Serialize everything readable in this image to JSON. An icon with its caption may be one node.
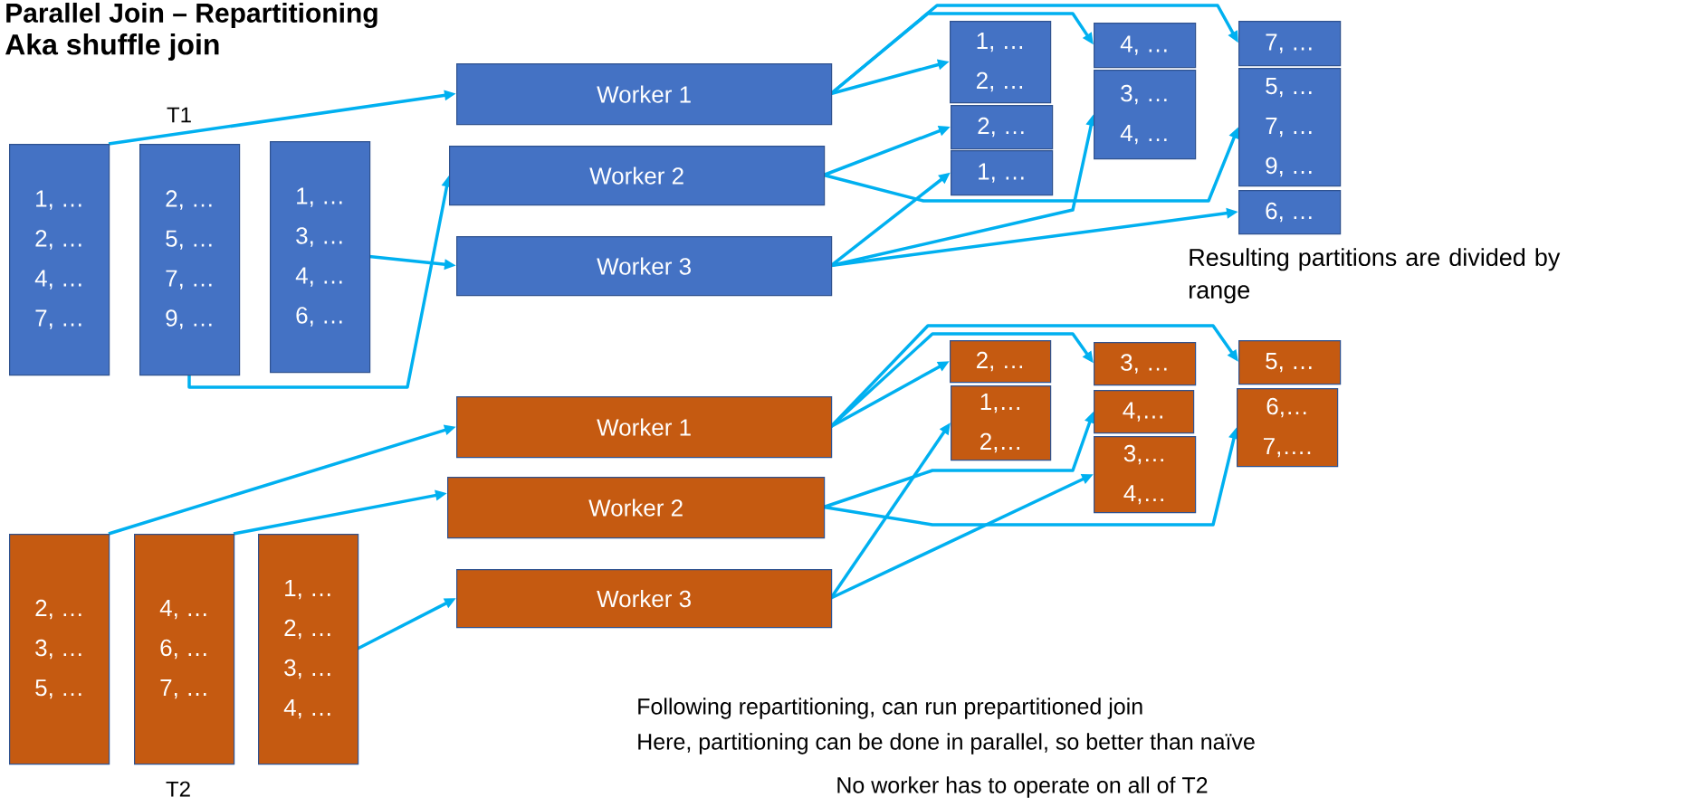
{
  "diagram": {
    "title": "Parallel Join – Repartitioning",
    "nodes": [
      {
        "text": [
          "1, …",
          "2, …",
          "4, …",
          "7, …"
        ]
      },
      {
        "text": [
          "2, …",
          "5, …",
          "7, …",
          "9, …"
        ]
      },
      {
        "text": [
          "1, …",
          "3, …",
          "4, …",
          "6, …"
        ]
      },
      {
        "text": [
          "Worker 1"
        ]
      },
      {
        "text": [
          "Worker 2"
        ]
      },
      {
        "text": [
          "Worker 3"
        ]
      },
      {
        "text": [
          "1, …",
          "2, …"
        ]
      },
      {
        "text": [
          "2, …"
        ]
      },
      {
        "text": [
          "1, …"
        ]
      },
      {
        "text": [
          "4, …"
        ]
      },
      {
        "text": [
          "3, …",
          "4, …"
        ]
      },
      {
        "text": [
          "7, …"
        ]
      },
      {
        "text": [
          "5, …",
          "7, …",
          "9, …"
        ]
      },
      {
        "text": [
          "6, …"
        ]
      },
      {
        "text": [
          "2, …",
          "3, …",
          "5, …"
        ]
      },
      {
        "text": [
          "4, …",
          "6, …",
          "7, …"
        ]
      },
      {
        "text": [
          "1, …",
          "2, …",
          "3, …",
          "4, …"
        ]
      },
      {
        "text": [
          "Worker 1"
        ]
      },
      {
        "text": [
          "Worker 2"
        ]
      },
      {
        "text": [
          "Worker 3"
        ]
      },
      {
        "text": [
          "2, …"
        ]
      },
      {
        "text": [
          "1,…",
          "2,…"
        ]
      },
      {
        "text": [
          "3, …"
        ]
      },
      {
        "text": [
          "4,…"
        ]
      },
      {
        "text": [
          "3,…",
          "4,…"
        ]
      },
      {
        "text": [
          "5, …"
        ]
      },
      {
        "text": [
          "6,…",
          "7,…."
        ]
      }
    ],
    "edges": [
      {
        "from": 0,
        "to": 3,
        "arrow": "to"
      },
      {
        "from": 1,
        "to": 4,
        "arrow": "to"
      },
      {
        "from": 2,
        "to": 5,
        "arrow": "to"
      },
      {
        "from": 3,
        "to": 6,
        "arrow": "to"
      },
      {
        "from": 3,
        "to": 9,
        "arrow": "to"
      },
      {
        "from": 3,
        "to": 11,
        "arrow": "to"
      },
      {
        "from": 4,
        "to": 7,
        "arrow": "to"
      },
      {
        "from": 4,
        "to": 12,
        "arrow": "to"
      },
      {
        "from": 5,
        "to": 8,
        "arrow": "to"
      },
      {
        "from": 5,
        "to": 10,
        "arrow": "to"
      },
      {
        "from": 5,
        "to": 13,
        "arrow": "to"
      },
      {
        "from": 14,
        "to": 17,
        "arrow": "to"
      },
      {
        "from": 15,
        "to": 18,
        "arrow": "to"
      },
      {
        "from": 16,
        "to": 19,
        "arrow": "to"
      },
      {
        "from": 17,
        "to": 20,
        "arrow": "to"
      },
      {
        "from": 17,
        "to": 22,
        "arrow": "to"
      },
      {
        "from": 17,
        "to": 25,
        "arrow": "to"
      },
      {
        "from": 18,
        "to": 23,
        "arrow": "to"
      },
      {
        "from": 18,
        "to": 26,
        "arrow": "to"
      },
      {
        "from": 19,
        "to": 21,
        "arrow": "to"
      },
      {
        "from": 19,
        "to": 24,
        "arrow": "to"
      }
    ],
    "labels": [
      "Aka shuffle join",
      "T1",
      "Resulting partitions are divided by range",
      "T2",
      "Following repartitioning, can run prepartitioned join",
      "Here, partitioning can be done in parallel, so better than naïve",
      "No worker has to operate on all of T2"
    ]
  }
}
